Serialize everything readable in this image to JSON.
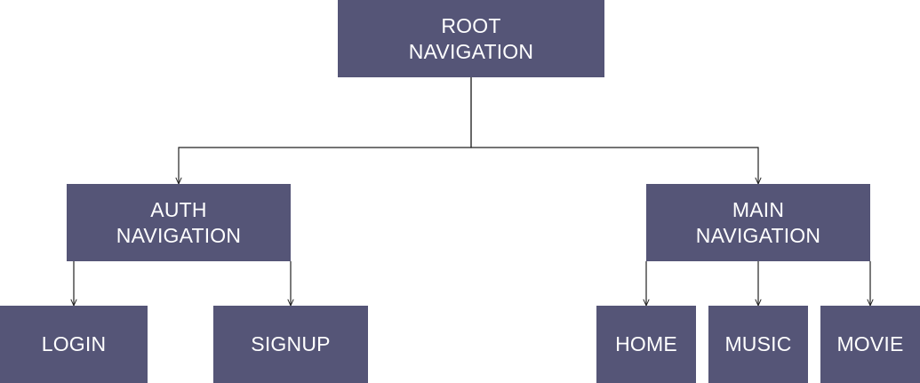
{
  "diagram": {
    "node_color": "#555577",
    "text_color": "#ffffff",
    "line_color": "#222222",
    "nodes": {
      "root": {
        "line1": "ROOT",
        "line2": "NAVIGATION"
      },
      "auth": {
        "line1": "AUTH",
        "line2": "NAVIGATION"
      },
      "main": {
        "line1": "MAIN",
        "line2": "NAVIGATION"
      },
      "login": {
        "label": "LOGIN"
      },
      "signup": {
        "label": "SIGNUP"
      },
      "home": {
        "label": "HOME"
      },
      "music": {
        "label": "MUSIC"
      },
      "movie": {
        "label": "MOVIE"
      }
    },
    "edges": [
      [
        "root",
        "auth"
      ],
      [
        "root",
        "main"
      ],
      [
        "auth",
        "login"
      ],
      [
        "auth",
        "signup"
      ],
      [
        "main",
        "home"
      ],
      [
        "main",
        "music"
      ],
      [
        "main",
        "movie"
      ]
    ]
  }
}
